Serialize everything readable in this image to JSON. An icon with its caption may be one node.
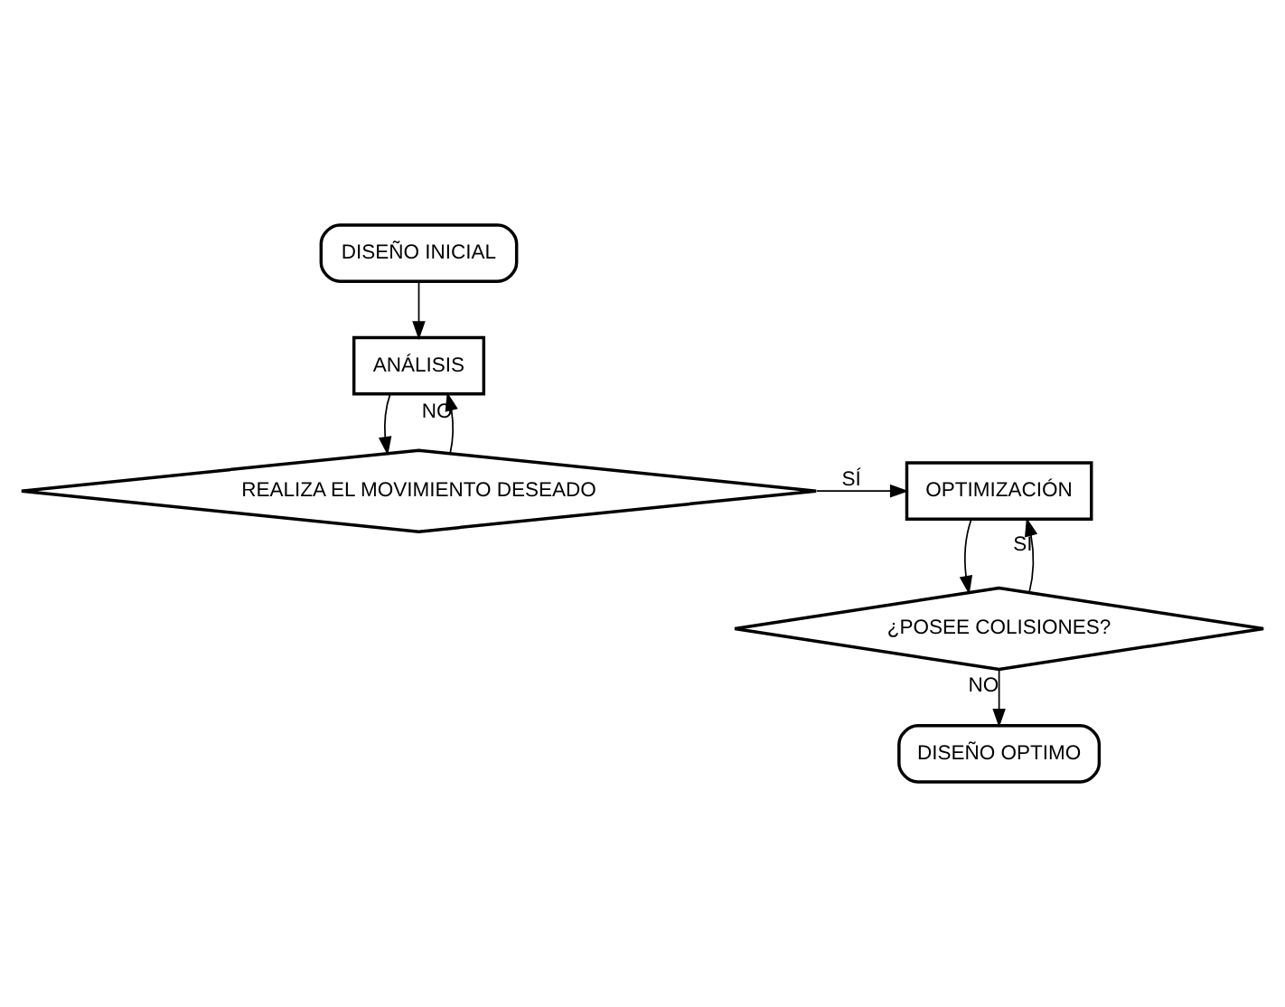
{
  "diagram": {
    "nodes": [
      {
        "text": [
          "DISEÑO INICIAL"
        ]
      },
      {
        "text": [
          "ANÁLISIS"
        ]
      },
      {
        "text": [
          "REALIZA EL MOVIMIENTO DESEADO"
        ]
      },
      {
        "text": [
          "OPTIMIZACIÓN"
        ]
      },
      {
        "text": [
          "¿POSEE COLISIONES?"
        ]
      },
      {
        "text": [
          "DISEÑO OPTIMO"
        ]
      }
    ],
    "edges": [
      {
        "from": 0,
        "to": 1,
        "arrow": "to"
      },
      {
        "from": 1,
        "to": 2,
        "arrow": "to"
      },
      {
        "from": 2,
        "to": 1,
        "arrow": "to",
        "label": "NO"
      },
      {
        "from": 2,
        "to": 3,
        "arrow": "to",
        "label": "SÍ"
      },
      {
        "from": 3,
        "to": 4,
        "arrow": "to"
      },
      {
        "from": 4,
        "to": 3,
        "arrow": "to",
        "label": "SÍ"
      },
      {
        "from": 4,
        "to": 5,
        "arrow": "to",
        "label": "NO"
      }
    ]
  }
}
